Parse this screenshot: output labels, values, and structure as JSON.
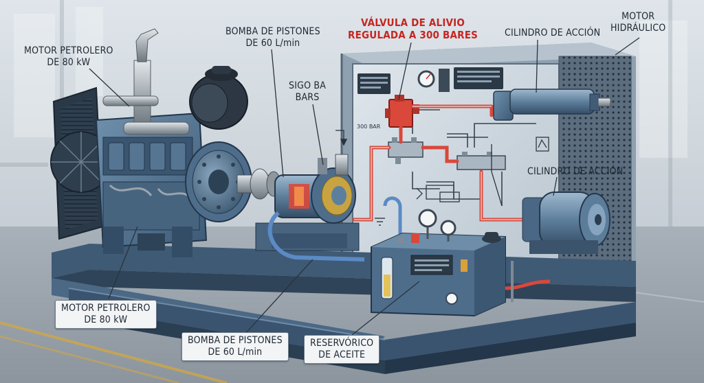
{
  "labels": {
    "motor_top": [
      "MOTOR PETROLERO",
      "DE 80 kW"
    ],
    "pump_top": [
      "BOMBA DE PISTONES",
      "DE 60 L/min"
    ],
    "relief_valve": [
      "VÁLVULA DE ALIVIO",
      "REGULADA A 300 BARES"
    ],
    "cylinder_top": "CILINDRO DE ACCIÓN",
    "hydraulic_motor": [
      "MOTOR",
      "HIDRÁULICO"
    ],
    "sigo_bars": [
      "SIGO BA",
      "BARS"
    ],
    "panel_300bar": "300 BAR",
    "cylinder_mid": "CILINDRO DE ACCIÓN",
    "motor_bottom": [
      "MOTOR PETROLERO",
      "DE 80 kW"
    ],
    "pump_bottom": [
      "BOMBA DE PISTONES",
      "DE 60 L/min"
    ],
    "reservoir": [
      "RESERVÓRICO",
      "DE ACEITE"
    ]
  },
  "colors": {
    "annotation_red": "#c62622",
    "pipe_red": "#d9483b",
    "machine_blue": "#4d6e8c",
    "frame_dark": "#3f5a75"
  },
  "icons": {
    "pressure_gauge": "pressure-gauge-icon",
    "flywheel": "flywheel-icon",
    "fan": "radiator-fan-icon"
  }
}
